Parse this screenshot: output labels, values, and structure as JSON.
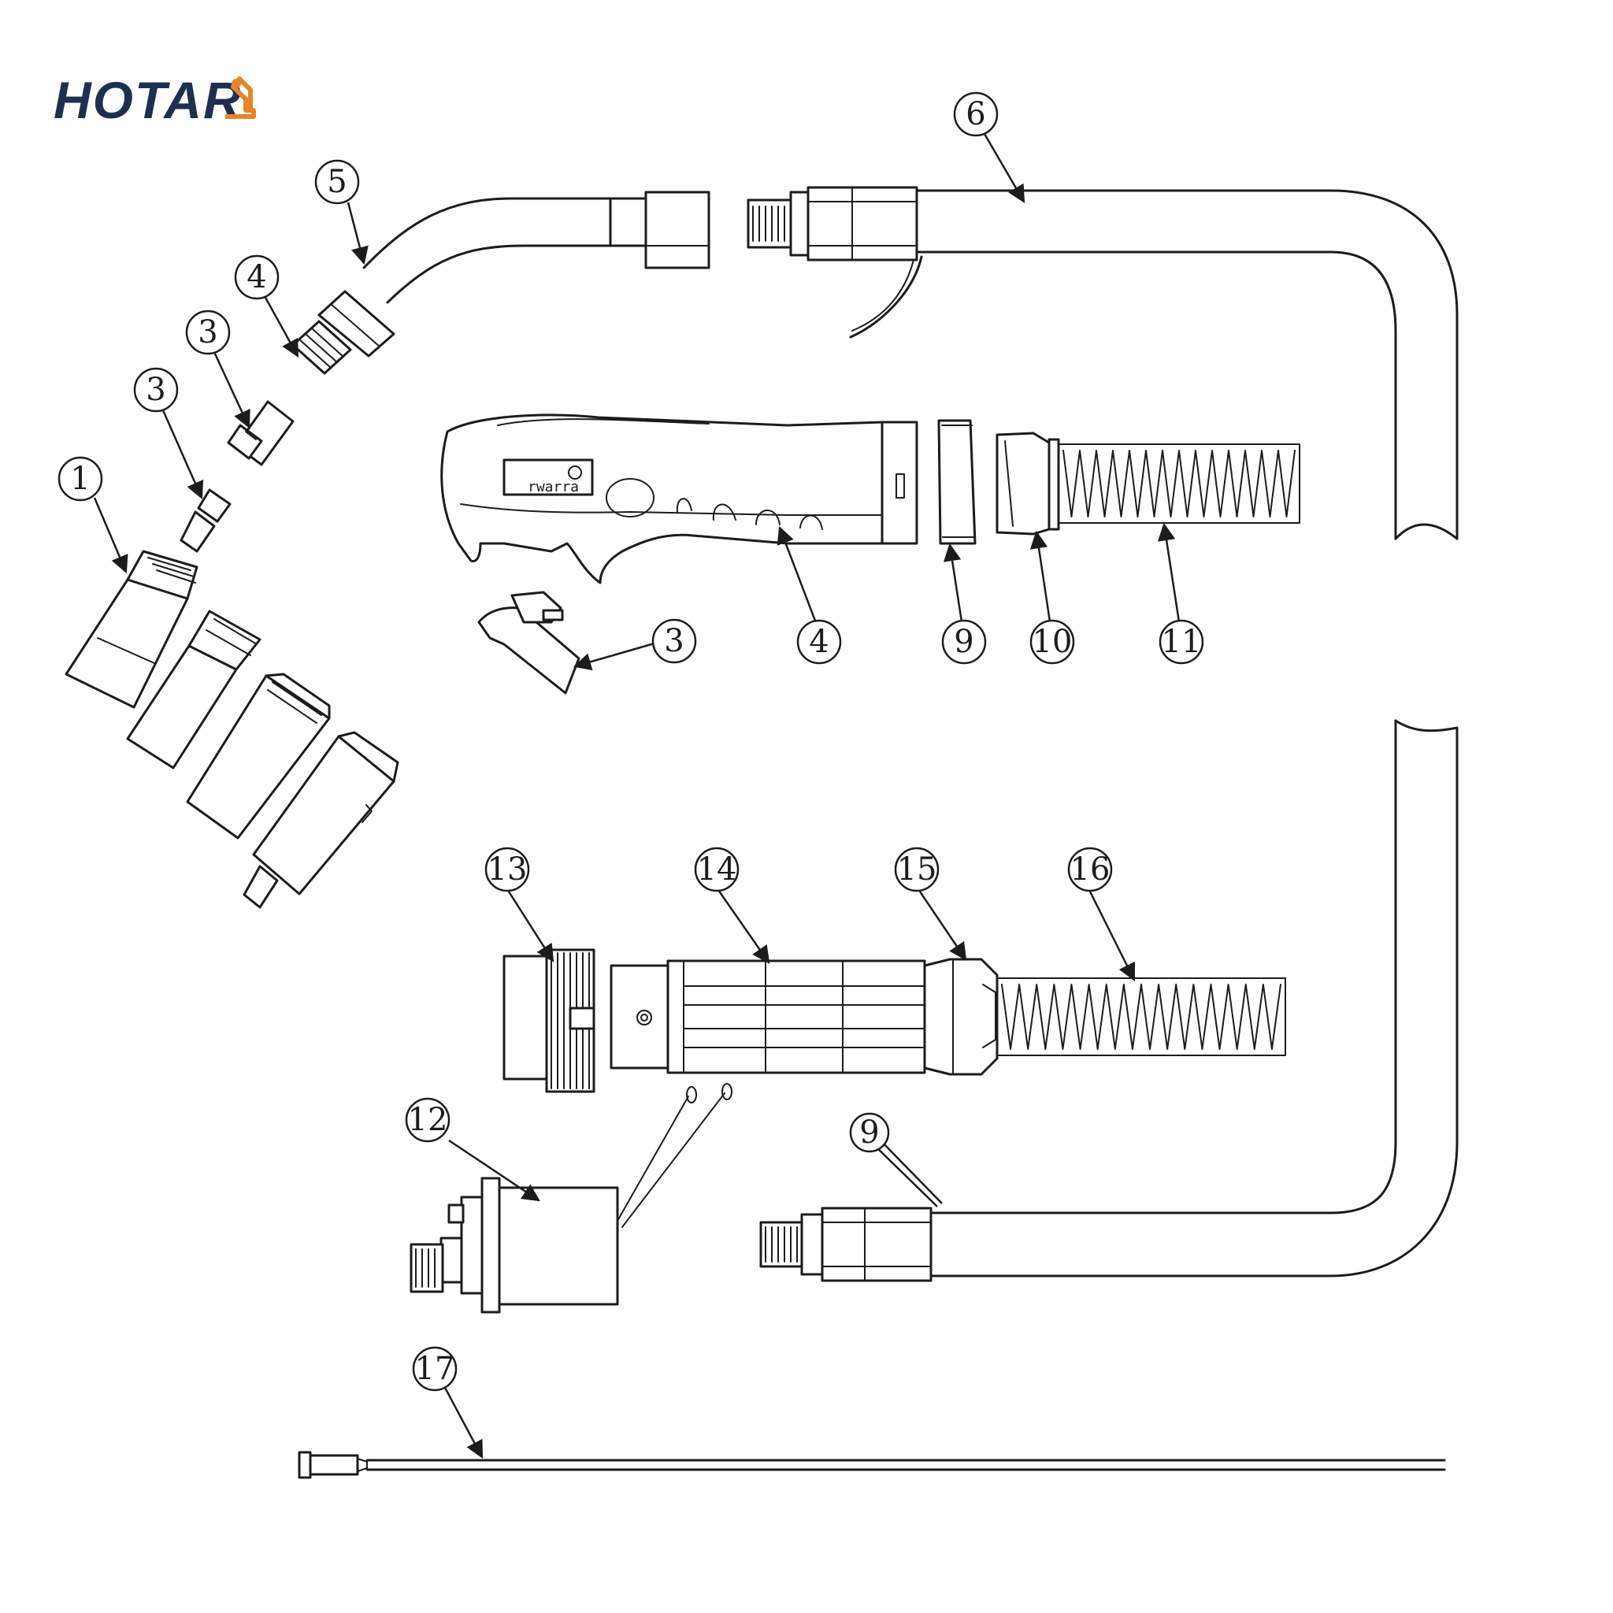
{
  "brand": {
    "logo_text": "HOTAR",
    "logo_text_color": "#1e3050",
    "logo_accent_color": "#e8852a"
  },
  "handle": {
    "label": "rwarra"
  },
  "callouts": [
    {
      "id": "c1",
      "label": "1"
    },
    {
      "id": "c3a",
      "label": "3"
    },
    {
      "id": "c3b",
      "label": "3"
    },
    {
      "id": "c4a",
      "label": "4"
    },
    {
      "id": "c5",
      "label": "5"
    },
    {
      "id": "c6",
      "label": "6"
    },
    {
      "id": "c3c",
      "label": "3"
    },
    {
      "id": "c4b",
      "label": "4"
    },
    {
      "id": "c9a",
      "label": "9"
    },
    {
      "id": "c10",
      "label": "10"
    },
    {
      "id": "c11",
      "label": "11"
    },
    {
      "id": "c13",
      "label": "13"
    },
    {
      "id": "c14",
      "label": "14"
    },
    {
      "id": "c15",
      "label": "15"
    },
    {
      "id": "c16",
      "label": "16"
    },
    {
      "id": "c12",
      "label": "12"
    },
    {
      "id": "c9b",
      "label": "9"
    },
    {
      "id": "c17",
      "label": "17"
    }
  ]
}
